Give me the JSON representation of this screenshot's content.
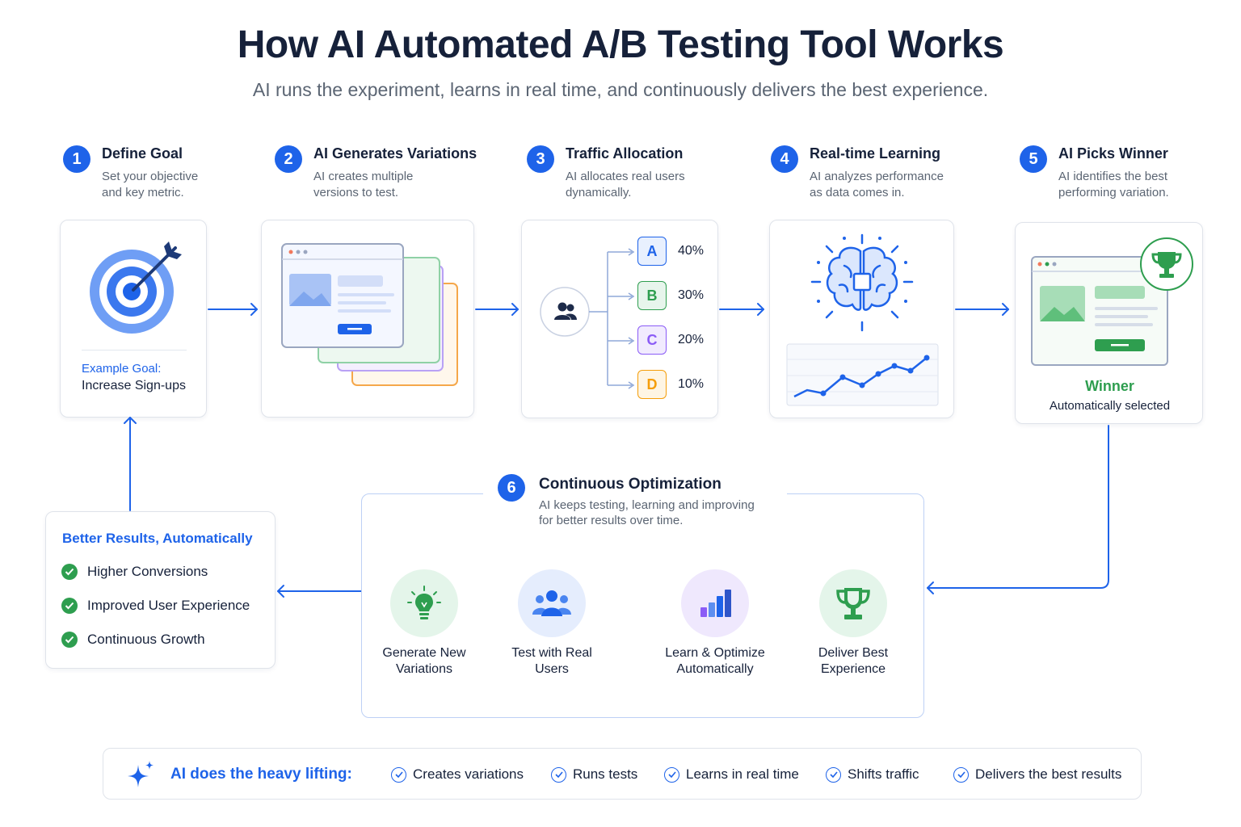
{
  "header": {
    "title": "How AI Automated A/B Testing Tool Works",
    "subtitle": "AI runs the experiment, learns in real time, and continuously delivers the best experience."
  },
  "steps": [
    {
      "num": "1",
      "title": "Define Goal",
      "desc": "Set your objective and key metric."
    },
    {
      "num": "2",
      "title": "AI Generates Variations",
      "desc": "AI creates multiple versions to test."
    },
    {
      "num": "3",
      "title": "Traffic Allocation",
      "desc": "AI allocates real users dynamically."
    },
    {
      "num": "4",
      "title": "Real-time Learning",
      "desc": "AI analyzes performance as data comes in."
    },
    {
      "num": "5",
      "title": "AI Picks Winner",
      "desc": "AI identifies the best performing variation."
    }
  ],
  "goal_card": {
    "label": "Example Goal:",
    "value": "Increase Sign-ups"
  },
  "allocation": [
    {
      "variant": "A",
      "percent": "40%",
      "color": "#1e63e9",
      "bg": "#e8f0fe"
    },
    {
      "variant": "B",
      "percent": "30%",
      "color": "#2e9e4f",
      "bg": "#e7f5ec"
    },
    {
      "variant": "C",
      "percent": "20%",
      "color": "#8b5cf6",
      "bg": "#f1ebfe"
    },
    {
      "variant": "D",
      "percent": "10%",
      "color": "#f59e0b",
      "bg": "#fef5e4"
    }
  ],
  "winner_card": {
    "label": "Winner",
    "sub": "Automatically selected"
  },
  "optimization": {
    "num": "6",
    "title": "Continuous Optimization",
    "desc_line1": "AI keeps testing, learning and improving",
    "desc_line2": "for better results over time.",
    "items": [
      {
        "line1": "Generate New",
        "line2": "Variations",
        "icon": "lightbulb-icon",
        "bg": "#e4f5ea"
      },
      {
        "line1": "Test with Real",
        "line2": "Users",
        "icon": "users-icon",
        "bg": "#e5edfd"
      },
      {
        "line1": "Learn & Optimize",
        "line2": "Automatically",
        "icon": "bar-chart-icon",
        "bg": "#efe8fd"
      },
      {
        "line1": "Deliver Best",
        "line2": "Experience",
        "icon": "trophy-icon",
        "bg": "#e4f5ea"
      }
    ]
  },
  "results": {
    "title": "Better Results, Automatically",
    "items": [
      "Higher Conversions",
      "Improved User Experience",
      "Continuous Growth"
    ]
  },
  "bottom_bar": {
    "label": "AI does the heavy lifting:",
    "items": [
      "Creates variations",
      "Runs tests",
      "Learns in real time",
      "Shifts traffic",
      "Delivers the best results"
    ]
  },
  "colors": {
    "primary": "#1e63e9",
    "green": "#2e9e4f",
    "purple": "#8b5cf6",
    "orange": "#f59e0b",
    "dark": "#16213a"
  }
}
